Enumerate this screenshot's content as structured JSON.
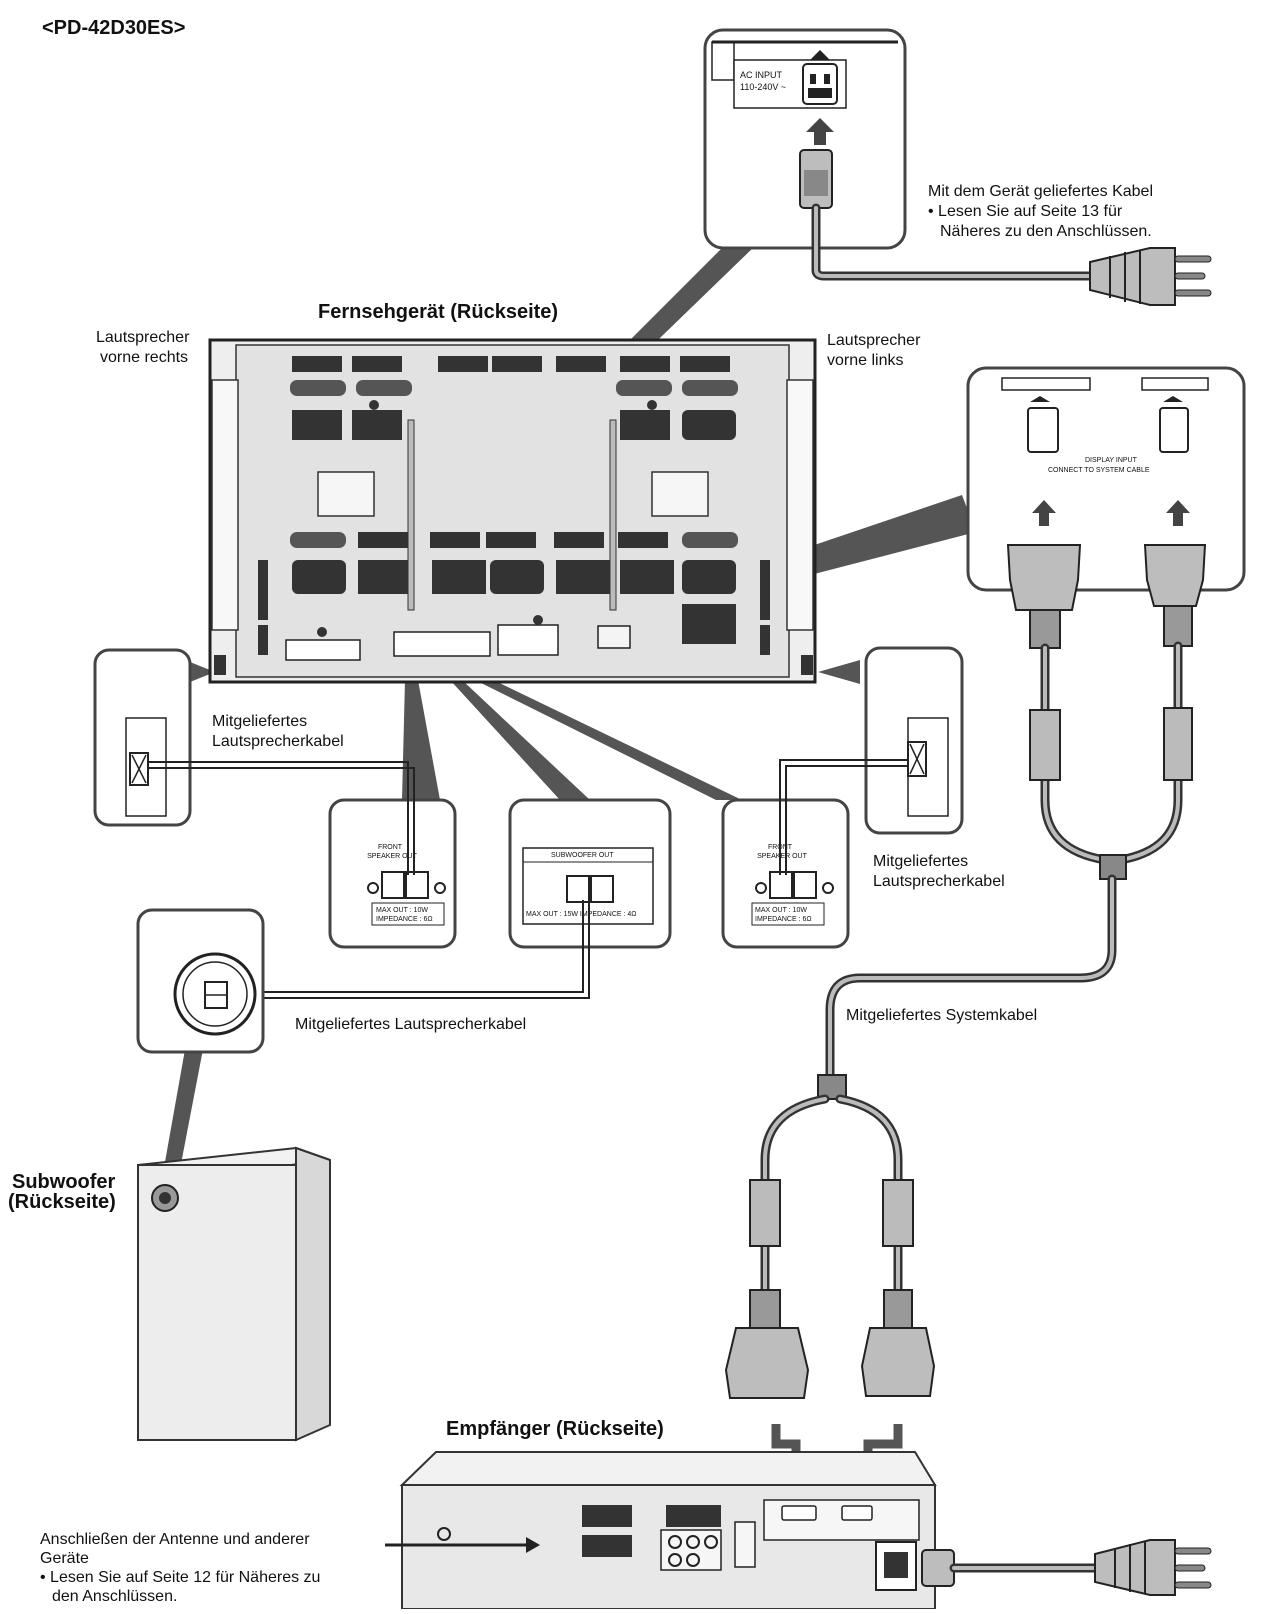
{
  "model": "<PD-42D30ES>",
  "tv": {
    "title": "Fernsehgerät (Rückseite)",
    "speaker_right": [
      "Lautsprecher",
      "vorne rechts"
    ],
    "speaker_left": [
      "Lautsprecher",
      "vorne links"
    ]
  },
  "ac_panel": {
    "label_line1": "AC INPUT",
    "label_line2": "110-240V ~"
  },
  "power_cable": {
    "line1": "Mit dem Gerät geliefertes Kabel",
    "line2": "• Lesen Sie auf Seite 13 für",
    "line3": "Näheres zu den Anschlüssen."
  },
  "display_input": {
    "label": "DISPLAY INPUT",
    "sub": "CONNECT TO SYSTEM CABLE"
  },
  "speaker_cable_left": [
    "Mitgeliefertes",
    "Lautsprecherkabel"
  ],
  "speaker_cable_right": [
    "Mitgeliefertes",
    "Lautsprecherkabel"
  ],
  "subwoofer_cable": "Mitgeliefertes Lautsprecherkabel",
  "system_cable": "Mitgeliefertes Systemkabel",
  "front_panel": {
    "title_line1": "FRONT",
    "title_line2": "SPEAKER OUT",
    "max_out": "MAX OUT : 10W",
    "impedance": "IMPEDANCE : 6Ω"
  },
  "sub_panel": {
    "title": "SUBWOOFER OUT",
    "spec": "MAX OUT : 15W   IMPEDANCE : 4Ω"
  },
  "subwoofer": [
    "Subwoofer",
    "(Rückseite)"
  ],
  "receiver": {
    "title": "Empfänger (Rückseite)"
  },
  "antenna_note": {
    "line1": "Anschließen der Antenne und anderer",
    "line2": "Geräte",
    "line3": "• Lesen Sie auf Seite 12 für Näheres zu",
    "line4": "den Anschlüssen."
  }
}
